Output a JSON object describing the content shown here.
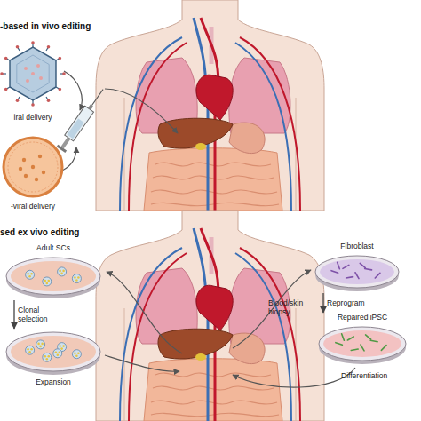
{
  "diagram": {
    "nodes": [
      {
        "text": [
          "iral delivery"
        ]
      },
      {
        "text": [
          "-viral delivery"
        ]
      },
      {
        "text": [
          "Adult SCs"
        ]
      },
      {
        "text": [
          "Fibroblast"
        ]
      },
      {
        "text": [
          "Expansion"
        ]
      },
      {
        "text": [
          "Repaired iPSC"
        ]
      }
    ],
    "edges": [
      {
        "from": 2,
        "to": 4,
        "arrow": "to",
        "label": "Clonal selection"
      },
      {
        "from": 3,
        "to": 5,
        "arrow": "to",
        "label": "Reprogram"
      }
    ],
    "labels": [
      "-based in vivo editing",
      "sed ex vivo editing",
      "Blood/skin biopsy",
      "Differentiation"
    ]
  }
}
